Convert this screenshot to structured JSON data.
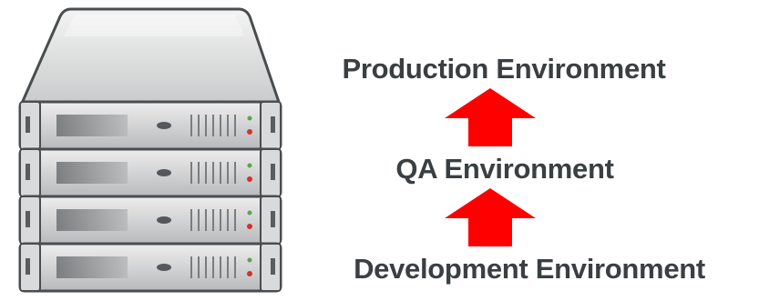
{
  "environments": {
    "production": "Production Environment",
    "qa": "QA Environment",
    "development": "Development Environment"
  },
  "colors": {
    "label_text": "#3a3f41",
    "arrow": "#ff0000",
    "server_body": "#c9cacb",
    "server_outline": "#4a4d4f"
  },
  "icons": {
    "server": "server-rack-icon",
    "arrow": "arrow-up-icon"
  }
}
